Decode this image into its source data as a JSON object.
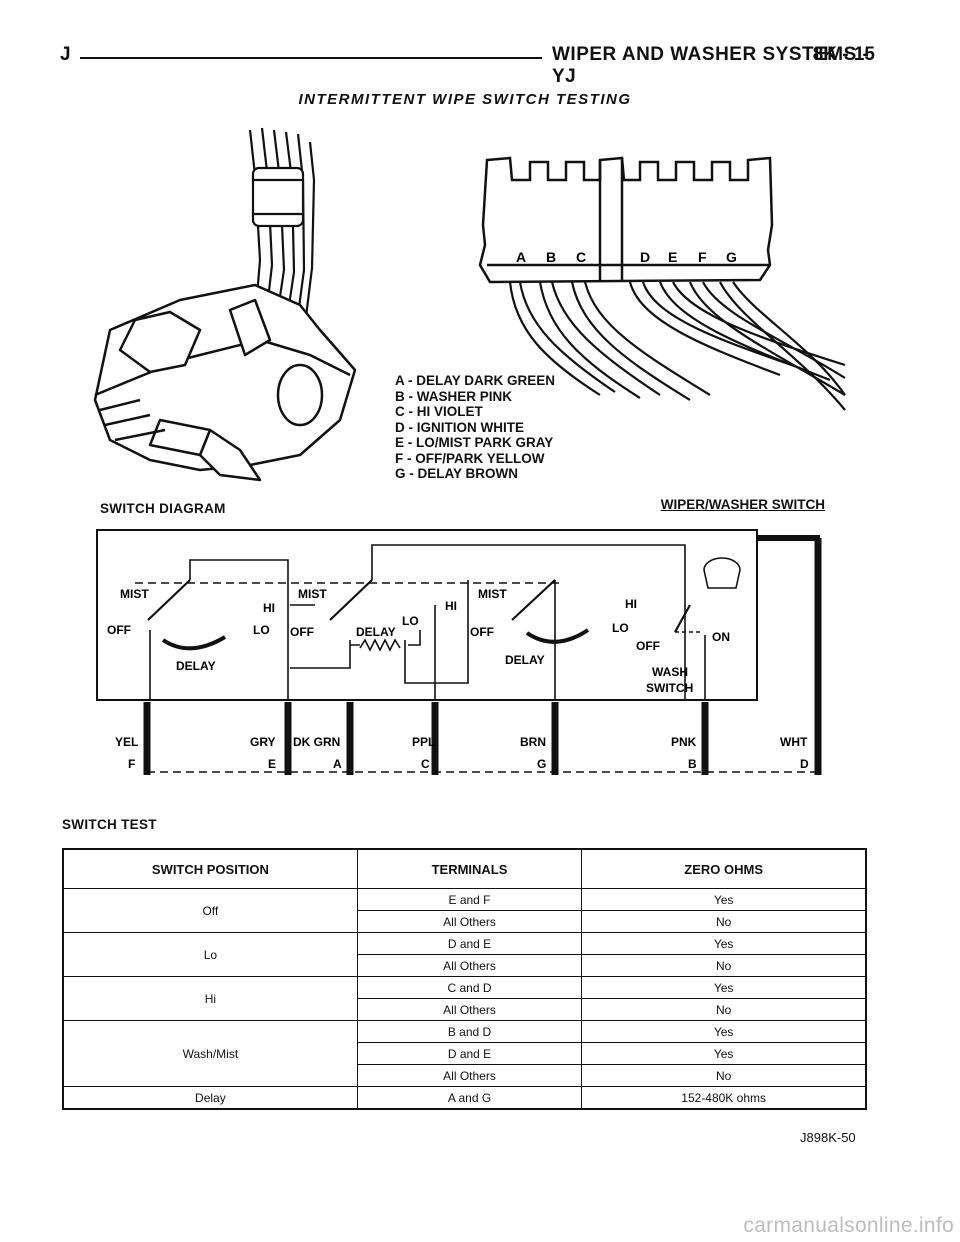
{
  "header": {
    "letter": "J",
    "title": "WIPER AND WASHER SYSTEMS - YJ",
    "page": "8K - 15"
  },
  "subtitle": "INTERMITTENT WIPE SWITCH TESTING",
  "connector": {
    "pins_left": [
      "A",
      "B",
      "C"
    ],
    "pins_right": [
      "D",
      "E",
      "F",
      "G"
    ]
  },
  "legend": [
    "A - DELAY DARK GREEN",
    "B - WASHER PINK",
    "C - HI VIOLET",
    "D - IGNITION WHITE",
    "E - LO/MIST PARK GRAY",
    "F - OFF/PARK YELLOW",
    "G - DELAY BROWN"
  ],
  "switch_diagram": {
    "title": "SWITCH DIAGRAM",
    "switch_name": "WIPER/WASHER SWITCH",
    "labels": {
      "mist": "MIST",
      "off": "OFF",
      "hi": "HI",
      "lo": "LO",
      "delay": "DELAY",
      "on": "ON",
      "wash": "WASH",
      "switch": "SWITCH"
    },
    "wires": [
      {
        "color": "YEL",
        "terminal": "F"
      },
      {
        "color": "GRY",
        "terminal": "E"
      },
      {
        "color": "DK GRN",
        "terminal": "A"
      },
      {
        "color": "PPL",
        "terminal": "C"
      },
      {
        "color": "BRN",
        "terminal": "G"
      },
      {
        "color": "PNK",
        "terminal": "B"
      },
      {
        "color": "WHT",
        "terminal": "D"
      }
    ]
  },
  "switch_test": {
    "title": "SWITCH TEST",
    "headers": [
      "SWITCH POSITION",
      "TERMINALS",
      "ZERO OHMS"
    ],
    "groups": [
      {
        "position": "Off",
        "rows": [
          [
            "E and F",
            "Yes"
          ],
          [
            "All Others",
            "No"
          ]
        ]
      },
      {
        "position": "Lo",
        "rows": [
          [
            "D and E",
            "Yes"
          ],
          [
            "All Others",
            "No"
          ]
        ]
      },
      {
        "position": "Hi",
        "rows": [
          [
            "C and D",
            "Yes"
          ],
          [
            "All Others",
            "No"
          ]
        ]
      },
      {
        "position": "Wash/Mist",
        "rows": [
          [
            "B and D",
            "Yes"
          ],
          [
            "D and E",
            "Yes"
          ],
          [
            "All Others",
            "No"
          ]
        ]
      },
      {
        "position": "Delay",
        "rows": [
          [
            "A and G",
            "152-480K ohms"
          ]
        ]
      }
    ]
  },
  "figure_id": "J898K-50",
  "watermark": "carmanualsonline.info"
}
